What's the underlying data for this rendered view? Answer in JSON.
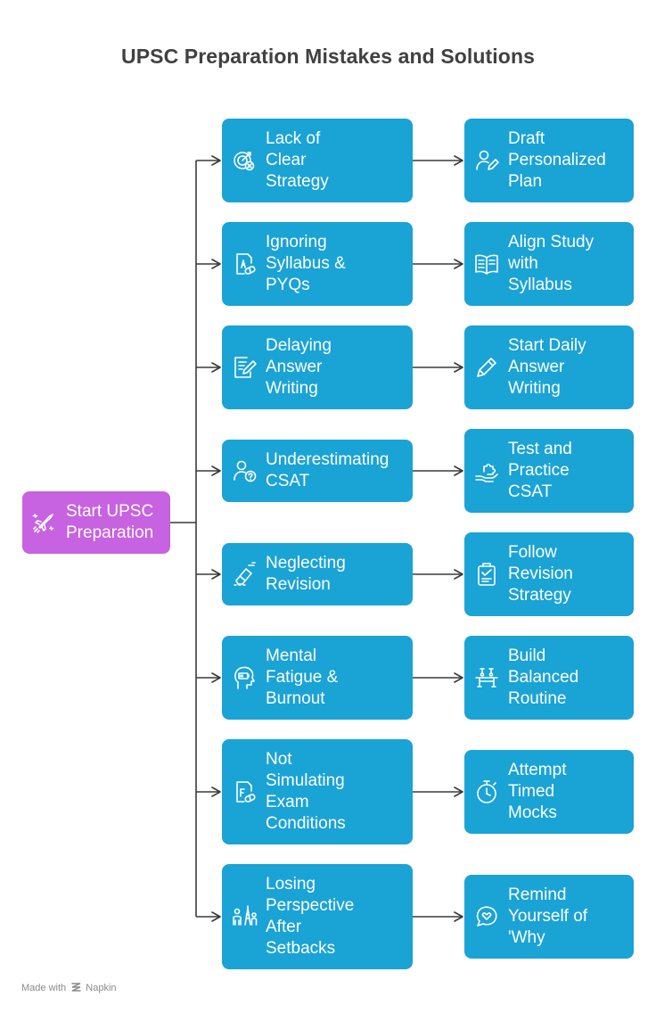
{
  "title": "UPSC Preparation Mistakes and Solutions",
  "root": {
    "label_lines": [
      "Start UPSC",
      "Preparation"
    ],
    "icon": "rocket-icon"
  },
  "rows": [
    {
      "mistake": {
        "lines": [
          "Lack of",
          "Clear",
          "Strategy"
        ],
        "icon": "target-x-icon"
      },
      "solution": {
        "lines": [
          "Draft",
          "Personalized",
          "Plan"
        ],
        "icon": "user-pen-icon"
      }
    },
    {
      "mistake": {
        "lines": [
          "Ignoring",
          "Syllabus &",
          "PYQs"
        ],
        "icon": "document-pill-icon"
      },
      "solution": {
        "lines": [
          "Align Study",
          "with",
          "Syllabus"
        ],
        "icon": "open-book-icon"
      }
    },
    {
      "mistake": {
        "lines": [
          "Delaying",
          "Answer",
          "Writing"
        ],
        "icon": "notepad-pen-icon"
      },
      "solution": {
        "lines": [
          "Start Daily",
          "Answer",
          "Writing"
        ],
        "icon": "pencil-icon"
      }
    },
    {
      "mistake": {
        "lines": [
          "Underestimating",
          "CSAT"
        ],
        "icon": "person-question-icon"
      },
      "solution": {
        "lines": [
          "Test and",
          "Practice",
          "CSAT"
        ],
        "icon": "hand-puzzle-icon"
      }
    },
    {
      "mistake": {
        "lines": [
          "Neglecting",
          "Revision"
        ],
        "icon": "eraser-icon"
      },
      "solution": {
        "lines": [
          "Follow",
          "Revision",
          "Strategy"
        ],
        "icon": "clipboard-check-icon"
      }
    },
    {
      "mistake": {
        "lines": [
          "Mental",
          "Fatigue &",
          "Burnout"
        ],
        "icon": "head-battery-icon"
      },
      "solution": {
        "lines": [
          "Build",
          "Balanced",
          "Routine"
        ],
        "icon": "balance-bench-icon"
      }
    },
    {
      "mistake": {
        "lines": [
          "Not",
          "Simulating",
          "Exam",
          "Conditions"
        ],
        "icon": "document-f-icon"
      },
      "solution": {
        "lines": [
          "Attempt",
          "Timed",
          "Mocks"
        ],
        "icon": "stopwatch-icon"
      }
    },
    {
      "mistake": {
        "lines": [
          "Losing",
          "Perspective",
          "After",
          "Setbacks"
        ],
        "icon": "people-tower-icon"
      },
      "solution": {
        "lines": [
          "Remind",
          "Yourself of",
          "'Why"
        ],
        "icon": "chat-heart-icon"
      }
    }
  ],
  "footer": {
    "made_with": "Made with",
    "brand": "Napkin"
  },
  "colors": {
    "mistake_fill": "#1aa3d5",
    "solution_fill": "#1aa3d5",
    "root_fill": "#c762e0",
    "connector": "#3a3a3a",
    "title": "#404040"
  }
}
